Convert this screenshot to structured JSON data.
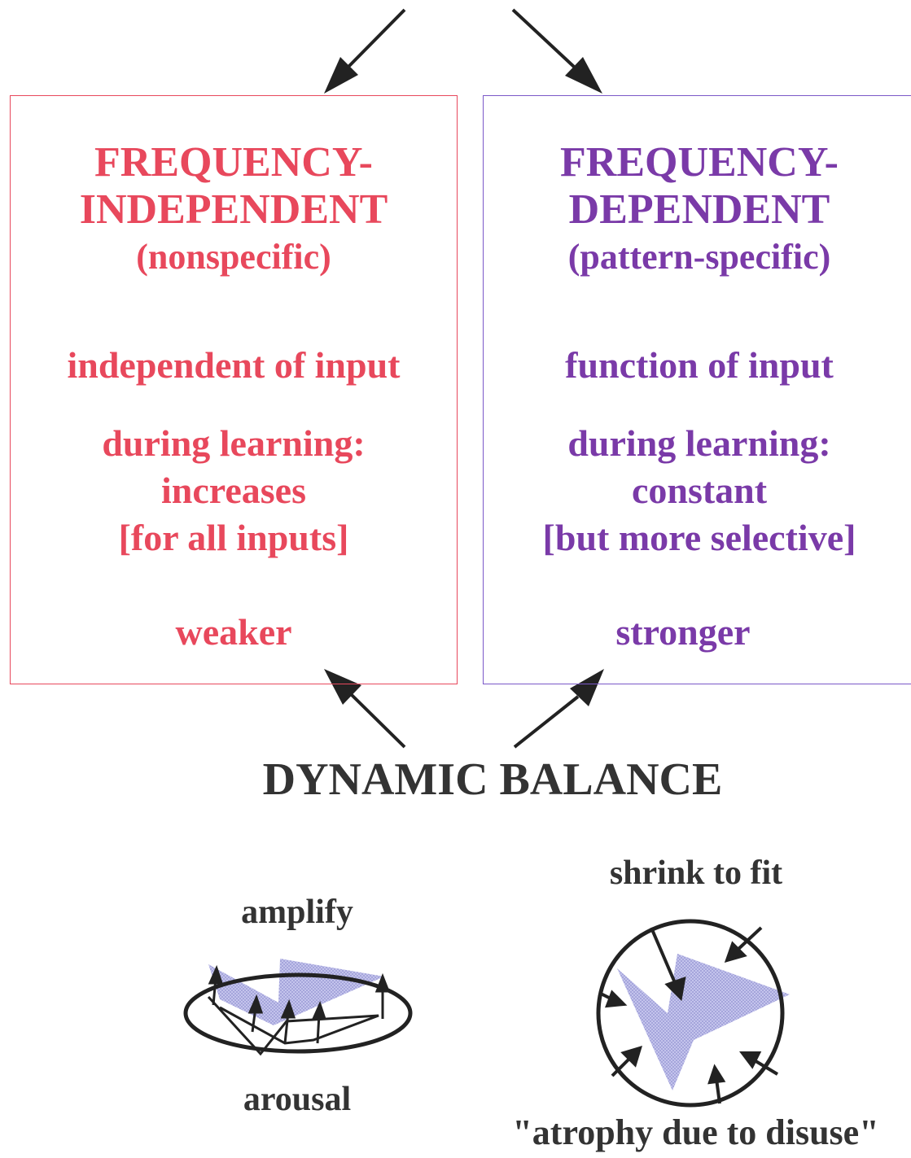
{
  "left_box": {
    "title_1": "FREQUENCY-",
    "title_2": "INDEPENDENT",
    "subtitle": "(nonspecific)",
    "line_input": "independent of input",
    "learning_label": "during learning:",
    "learning_value": "increases",
    "learning_note": "[for all inputs]",
    "strength": "weaker",
    "color": "#e8485c"
  },
  "right_box": {
    "title_1": "FREQUENCY-",
    "title_2": "DEPENDENT",
    "subtitle": "(pattern-specific)",
    "line_input": "function of input",
    "learning_label": "during learning:",
    "learning_value": "constant",
    "learning_note": "[but more selective]",
    "strength": "stronger",
    "color": "#7a3aa8"
  },
  "center_label": "DYNAMIC BALANCE",
  "left_figure": {
    "top_label": "amplify",
    "bottom_label": "arousal",
    "icon": "amplify-ellipse-icon"
  },
  "right_figure": {
    "top_label": "shrink to fit",
    "bottom_label": "\"atrophy due to disuse\"",
    "icon": "shrink-circle-icon"
  }
}
